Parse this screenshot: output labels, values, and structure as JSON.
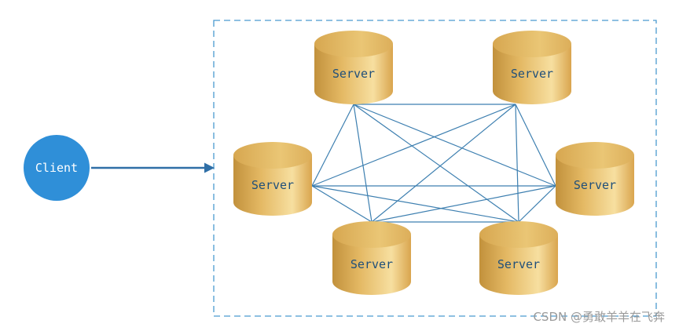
{
  "client": {
    "label": "Client"
  },
  "servers": [
    {
      "label": "Server"
    },
    {
      "label": "Server"
    },
    {
      "label": "Server"
    },
    {
      "label": "Server"
    },
    {
      "label": "Server"
    },
    {
      "label": "Server"
    }
  ],
  "watermark": "CSDN @勇敢羊羊在飞奔",
  "colors": {
    "client_fill": "#2f8fd8",
    "client_text": "#ffffff",
    "arrow": "#2f6fa7",
    "mesh_line": "#3d7fb0",
    "cluster_border": "#4a9ad0",
    "server_light": "#f7dfa0",
    "server_mid": "#e4b964",
    "server_dark": "#c2913c",
    "server_top": "#e3b660",
    "server_text": "#1f4f7a"
  }
}
